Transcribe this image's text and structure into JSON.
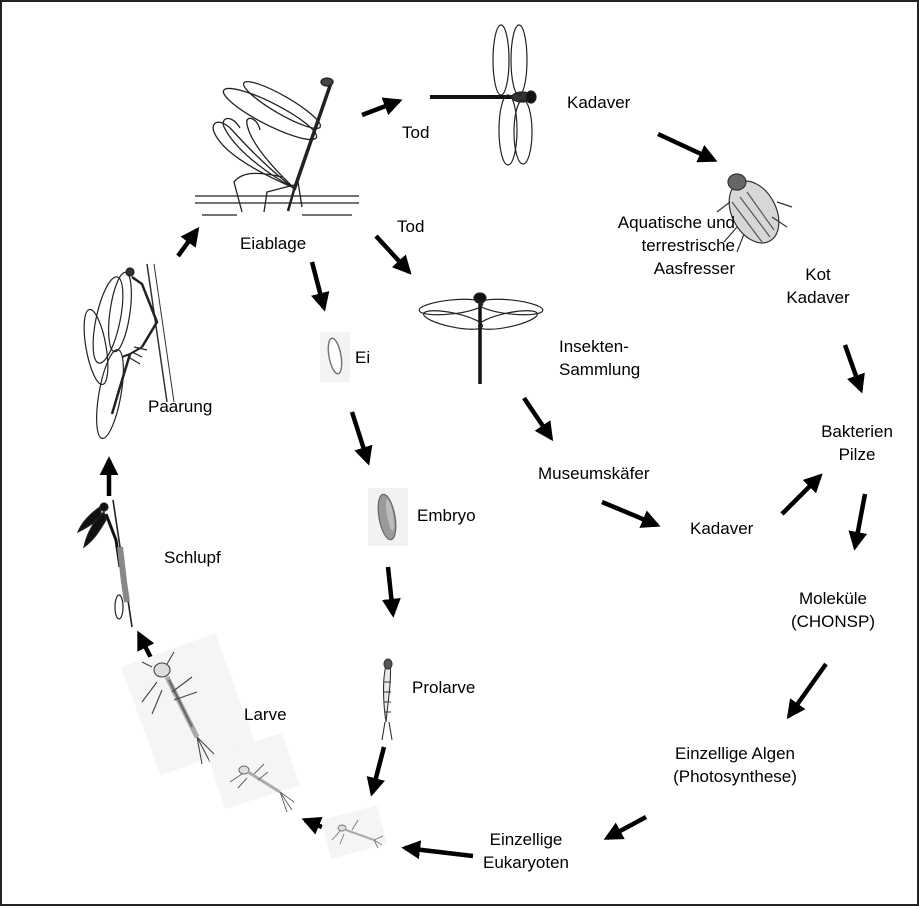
{
  "colors": {
    "ink": "#000000",
    "line": "#222222",
    "shade": "#9a9a9a"
  },
  "labels": {
    "tod_top": "Tod",
    "tod_mid": "Tod",
    "kadaver_top": "Kadaver",
    "scavengers": [
      "Aquatische und",
      "terrestrische",
      "Aasfresser"
    ],
    "kot_kadaver": [
      "Kot",
      "Kadaver"
    ],
    "eiablage": "Eiablage",
    "ei": "Ei",
    "insekten_sammlung": [
      "Insekten-",
      "Sammlung"
    ],
    "paarung": "Paarung",
    "bakterien_pilze": [
      "Bakterien",
      "Pilze"
    ],
    "museumskaefer": "Museumskäfer",
    "kadaver_mid": "Kadaver",
    "embryo": "Embryo",
    "schlupf": "Schlupf",
    "molekuele": [
      "Moleküle",
      "(CHONSP)"
    ],
    "prolarve": "Prolarve",
    "larve": "Larve",
    "algen": [
      "Einzellige Algen",
      "(Photosynthese)"
    ],
    "eukaryoten": [
      "Einzellige",
      "Eukaryoten"
    ]
  },
  "icons": [
    "damselfly-oviposition-icon",
    "dragonfly-dead-icon",
    "beetle-icon",
    "dragonfly-pinned-icon",
    "egg-icon",
    "embryo-icon",
    "prolarva-icon",
    "mating-damselflies-icon",
    "emergence-icon",
    "larva-icon",
    "small-larva-icon",
    "hatchling-larva-icon"
  ]
}
